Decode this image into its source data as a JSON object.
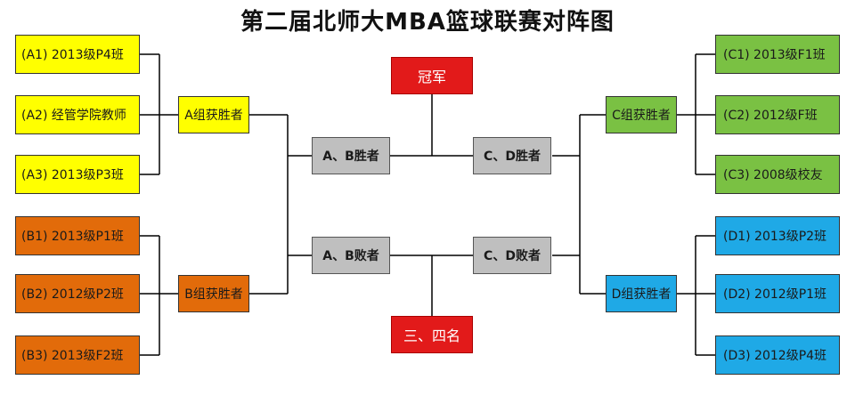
{
  "title": "第二届北师大MBA篮球联赛对阵图",
  "groups": {
    "A": {
      "teams": [
        "(A1) 2013级P4班",
        "(A2) 经管学院教师",
        "(A3) 2013级P3班"
      ],
      "winner": "A组获胜者",
      "color": "#ffff00"
    },
    "B": {
      "teams": [
        "(B1) 2013级P1班",
        "(B2) 2012级P2班",
        "(B3) 2013级F2班"
      ],
      "winner": "B组获胜者",
      "color": "#e26b0a"
    },
    "C": {
      "teams": [
        "(C1) 2013级F1班",
        "(C2) 2012级F班",
        "(C3) 2008级校友"
      ],
      "winner": "C组获胜者",
      "color": "#7ac143"
    },
    "D": {
      "teams": [
        "(D1) 2013级P2班",
        "(D2) 2012级P1班",
        "(D3) 2012级P4班"
      ],
      "winner": "D组获胜者",
      "color": "#1fa9e6"
    }
  },
  "semis": {
    "ab_winner": "A、B胜者",
    "ab_loser": "A、B败者",
    "cd_winner": "C、D胜者",
    "cd_loser": "C、D败者"
  },
  "finals": {
    "champion": "冠军",
    "third_fourth": "三、四名",
    "color": "#e21a1a"
  }
}
